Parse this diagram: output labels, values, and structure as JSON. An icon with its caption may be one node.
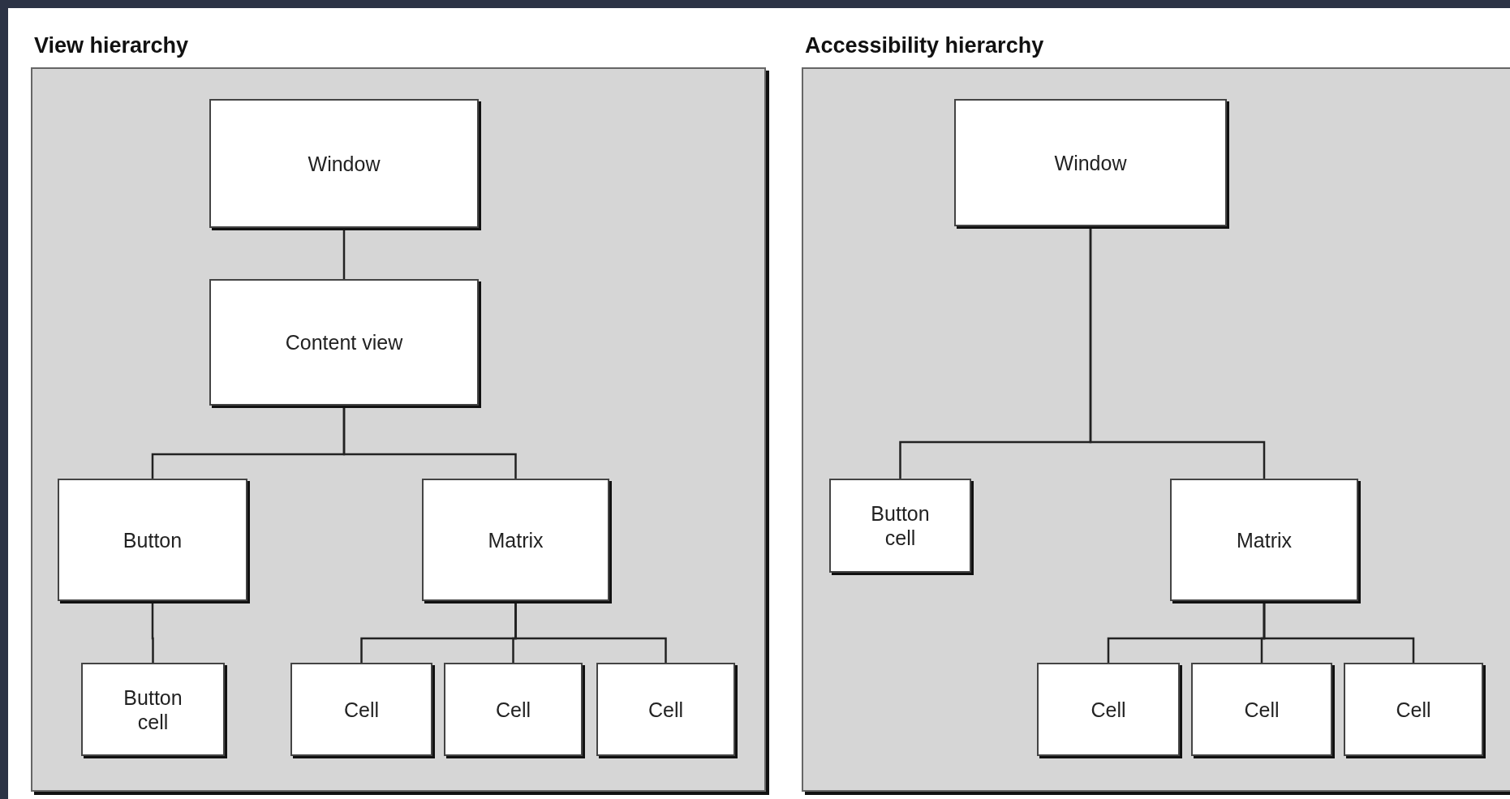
{
  "diagram": {
    "nodes": [
      {
        "text": [
          "View hierarchy"
        ]
      },
      {
        "text": [
          "Window"
        ],
        "in": 0
      },
      {
        "text": [
          "Content view"
        ],
        "in": 0
      },
      {
        "text": [
          "Button"
        ],
        "in": 0
      },
      {
        "text": [
          "Matrix"
        ],
        "in": 0
      },
      {
        "text": [
          "Button cell"
        ],
        "in": 0
      },
      {
        "text": [
          "Cell"
        ],
        "in": 0
      },
      {
        "text": [
          "Cell"
        ],
        "in": 0
      },
      {
        "text": [
          "Cell"
        ],
        "in": 0
      },
      {
        "text": [
          "Accessibility hierarchy"
        ]
      },
      {
        "text": [
          "Window"
        ],
        "in": 9
      },
      {
        "text": [
          "Button cell"
        ],
        "in": 9
      },
      {
        "text": [
          "Matrix"
        ],
        "in": 9
      },
      {
        "text": [
          "Cell"
        ],
        "in": 9
      },
      {
        "text": [
          "Cell"
        ],
        "in": 9
      },
      {
        "text": [
          "Cell"
        ],
        "in": 9
      }
    ],
    "edges": [
      {
        "from": 1,
        "to": 2,
        "arrow": "none"
      },
      {
        "from": 2,
        "to": 3,
        "arrow": "none"
      },
      {
        "from": 2,
        "to": 4,
        "arrow": "none"
      },
      {
        "from": 3,
        "to": 5,
        "arrow": "none"
      },
      {
        "from": 4,
        "to": 6,
        "arrow": "none"
      },
      {
        "from": 4,
        "to": 7,
        "arrow": "none"
      },
      {
        "from": 4,
        "to": 8,
        "arrow": "none"
      },
      {
        "from": 10,
        "to": 11,
        "arrow": "none"
      },
      {
        "from": 10,
        "to": 12,
        "arrow": "none"
      },
      {
        "from": 12,
        "to": 13,
        "arrow": "none"
      },
      {
        "from": 12,
        "to": 14,
        "arrow": "none"
      },
      {
        "from": 12,
        "to": 15,
        "arrow": "none"
      }
    ]
  }
}
